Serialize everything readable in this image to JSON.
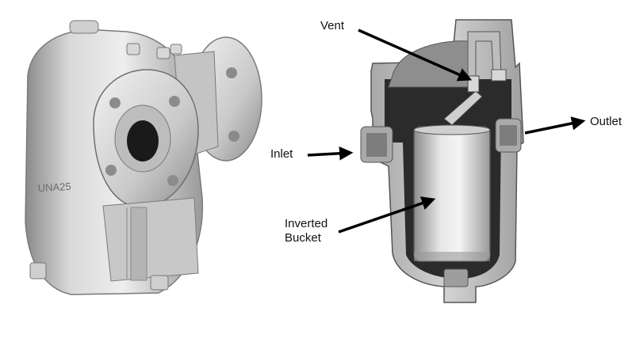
{
  "product_photo": {
    "casting_mark": "UNA25"
  },
  "labels": {
    "vent": "Vent",
    "inlet": "Inlet",
    "outlet": "Outlet",
    "inverted_bucket_line1": "Inverted",
    "inverted_bucket_line2": "Bucket"
  },
  "colors": {
    "metal_light": "#e6e6e6",
    "metal_mid": "#b9b9b9",
    "metal_dark": "#6f6f6f",
    "section_dark": "#2b2b2b",
    "arrow": "#000000"
  },
  "icons": {
    "photo": "steam-trap-photo",
    "cutaway": "inverted-bucket-cutaway"
  }
}
